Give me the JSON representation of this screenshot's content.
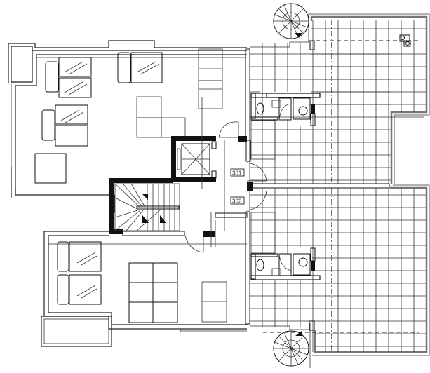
{
  "drawing": {
    "type": "architectural floor plan",
    "units": [
      {
        "id": "unit-301",
        "label": "301"
      },
      {
        "id": "unit-302",
        "label": "302"
      }
    ],
    "colors": {
      "line": "#222222",
      "wall_fill": "#111111",
      "parapet": "#777777",
      "background": "#ffffff"
    }
  }
}
